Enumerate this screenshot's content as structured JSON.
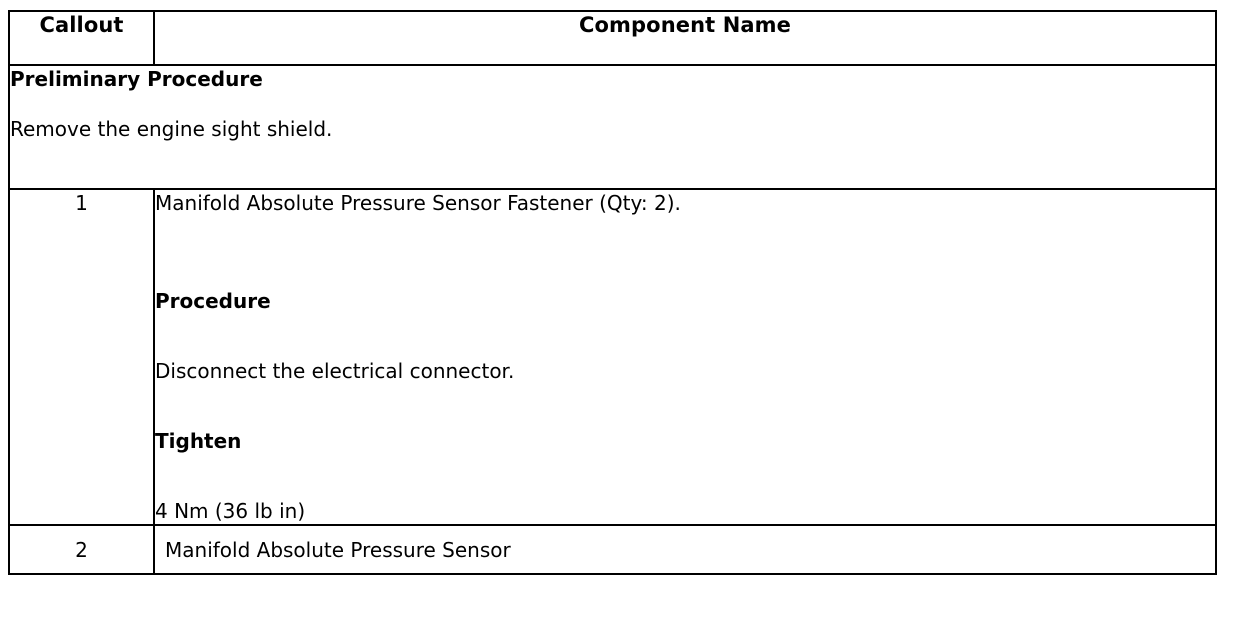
{
  "table": {
    "headers": {
      "callout": "Callout",
      "component_name": "Component Name"
    },
    "preliminary": {
      "title": "Preliminary Procedure",
      "text": "Remove the engine sight shield."
    },
    "rows": [
      {
        "callout": "1",
        "component_name": "Manifold Absolute Pressure Sensor Fastener (Qty: 2).",
        "procedure_heading": "Procedure",
        "procedure_text": "Disconnect the electrical connector.",
        "tighten_heading": "Tighten",
        "tighten_value": "4 Nm (36 lb in)"
      },
      {
        "callout": "2",
        "component_name": "Manifold Absolute Pressure Sensor"
      }
    ]
  },
  "colors": {
    "border": "#000000",
    "text": "#000000",
    "background": "#ffffff"
  }
}
